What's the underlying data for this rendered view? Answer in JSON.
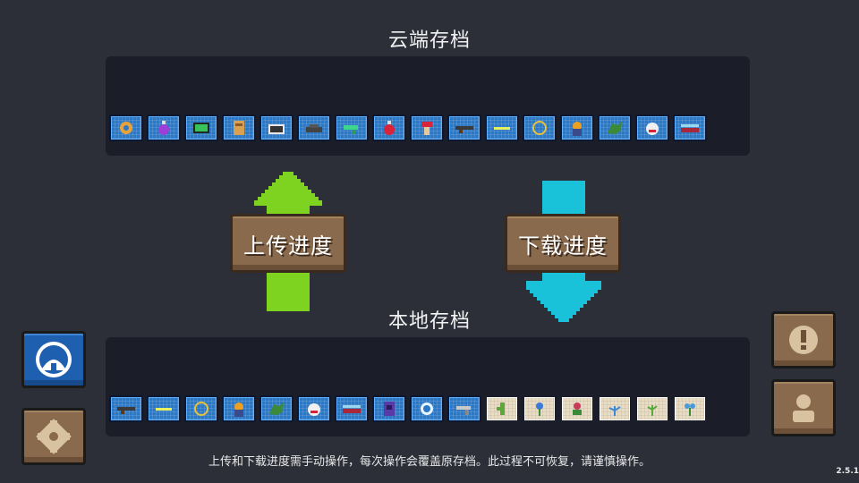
{
  "cloud": {
    "title": "云端存档",
    "items": [
      {
        "icon": "shield-ring-icon",
        "frame": "blue"
      },
      {
        "icon": "purple-potion-icon",
        "frame": "blue"
      },
      {
        "icon": "green-battery-icon",
        "frame": "blue"
      },
      {
        "icon": "wooden-cabinet-icon",
        "frame": "blue"
      },
      {
        "icon": "camera-icon",
        "frame": "blue"
      },
      {
        "icon": "tank-icon",
        "frame": "blue"
      },
      {
        "icon": "green-gun-icon",
        "frame": "blue"
      },
      {
        "icon": "red-potion-icon",
        "frame": "blue"
      },
      {
        "icon": "mushroom-creature-icon",
        "frame": "blue"
      },
      {
        "icon": "rifle-icon",
        "frame": "blue"
      },
      {
        "icon": "laser-beam-icon",
        "frame": "blue"
      },
      {
        "icon": "golden-ring-icon",
        "frame": "blue"
      },
      {
        "icon": "torch-creature-icon",
        "frame": "blue"
      },
      {
        "icon": "green-dragon-icon",
        "frame": "blue"
      },
      {
        "icon": "smiling-pet-icon",
        "frame": "blue"
      },
      {
        "icon": "red-bar-icon",
        "frame": "blue"
      }
    ]
  },
  "local": {
    "title": "本地存档",
    "items": [
      {
        "icon": "rifle-icon",
        "frame": "blue"
      },
      {
        "icon": "laser-beam-icon",
        "frame": "blue"
      },
      {
        "icon": "golden-ring-icon",
        "frame": "blue"
      },
      {
        "icon": "torch-creature-icon",
        "frame": "blue"
      },
      {
        "icon": "green-dragon-icon",
        "frame": "blue"
      },
      {
        "icon": "smiling-pet-icon",
        "frame": "blue"
      },
      {
        "icon": "red-bar-icon",
        "frame": "blue"
      },
      {
        "icon": "purple-door-icon",
        "frame": "blue"
      },
      {
        "icon": "white-portal-icon",
        "frame": "blue"
      },
      {
        "icon": "revolver-icon",
        "frame": "blue"
      },
      {
        "icon": "cactus-plant-icon",
        "frame": "tan"
      },
      {
        "icon": "blue-flower-plant-icon",
        "frame": "tan"
      },
      {
        "icon": "red-flower-plant-icon",
        "frame": "tan"
      },
      {
        "icon": "blue-sprout-plant-icon",
        "frame": "tan"
      },
      {
        "icon": "green-sprout-plant-icon",
        "frame": "tan"
      },
      {
        "icon": "blue-bloom-plant-icon",
        "frame": "tan"
      }
    ]
  },
  "buttons": {
    "upload_label": "上传进度",
    "download_label": "下载进度",
    "account_icon": "igloo-account-icon",
    "settings_icon": "gear-icon",
    "notice_icon": "exclamation-icon",
    "profile_icon": "person-icon"
  },
  "notice": "上传和下载进度需手动操作，每次操作会覆盖原存档。此过程不可恢复，请谨慎操作。",
  "version": "2.5.1",
  "colors": {
    "background": "#2c2f38",
    "panel": "#1b1e28",
    "upload_arrow": "#7ed321",
    "download_arrow": "#19c2d8",
    "button_brown": "#8a6a4c",
    "button_blue": "#1f5fb0"
  }
}
